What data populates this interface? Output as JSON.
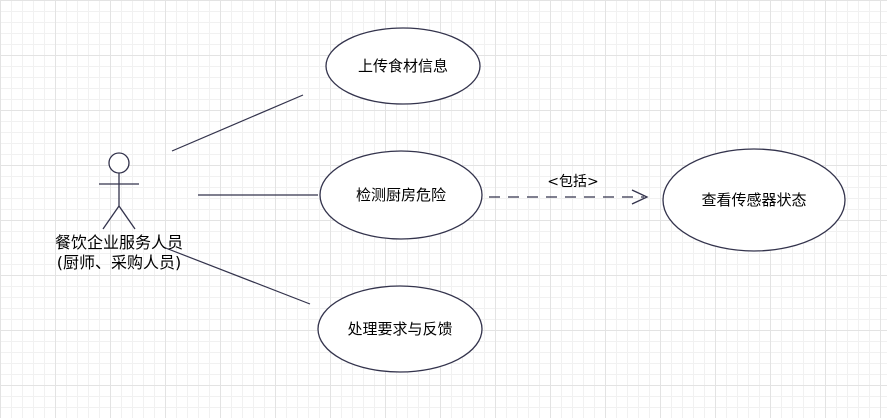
{
  "diagram": {
    "type": "use-case-diagram",
    "colors": {
      "background": "#ffffff",
      "stroke": "#33334c",
      "grid_minor": "#f1f1f1",
      "grid_major": "#e3e3e3"
    },
    "actor": {
      "label_line1": "餐饮企业服务人员",
      "label_line2": "(厨师、采购人员)"
    },
    "use_cases": [
      {
        "label": "上传食材信息"
      },
      {
        "label": "检测厨房危险"
      },
      {
        "label": "处理要求与反馈"
      },
      {
        "label": "查看传感器状态"
      }
    ],
    "relationships": {
      "include_label": "<包括>"
    }
  }
}
